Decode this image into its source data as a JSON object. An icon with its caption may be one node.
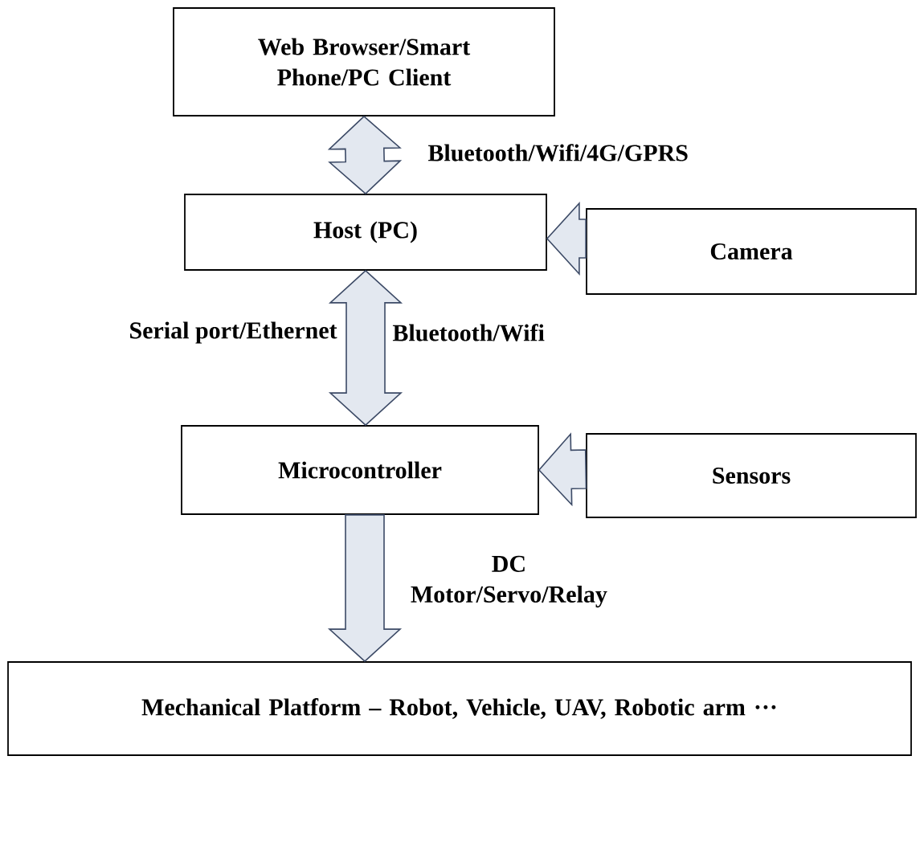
{
  "diagram": {
    "nodes": [
      {
        "text": [
          "Web Browser/Smart Phone/PC Client"
        ]
      },
      {
        "text": [
          "Host (PC)"
        ]
      },
      {
        "text": [
          "Camera"
        ]
      },
      {
        "text": [
          "Microcontroller"
        ]
      },
      {
        "text": [
          "Sensors"
        ]
      },
      {
        "text": [
          "Mechanical Platform – Robot, Vehicle, UAV, Robotic arm ···"
        ]
      }
    ],
    "edges": [
      {
        "from": 0,
        "to": 1,
        "arrow": "both",
        "label": "Bluetooth/Wifi/4G/GPRS"
      },
      {
        "from": 2,
        "to": 1,
        "arrow": "to"
      },
      {
        "from": 1,
        "to": 3,
        "arrow": "both",
        "label": "Bluetooth/Wifi"
      },
      {
        "from": 4,
        "to": 3,
        "arrow": "to"
      },
      {
        "from": 3,
        "to": 5,
        "arrow": "to",
        "label": "DC Motor/Servo/Relay"
      }
    ],
    "labels": [
      "Serial port/Ethernet"
    ]
  }
}
